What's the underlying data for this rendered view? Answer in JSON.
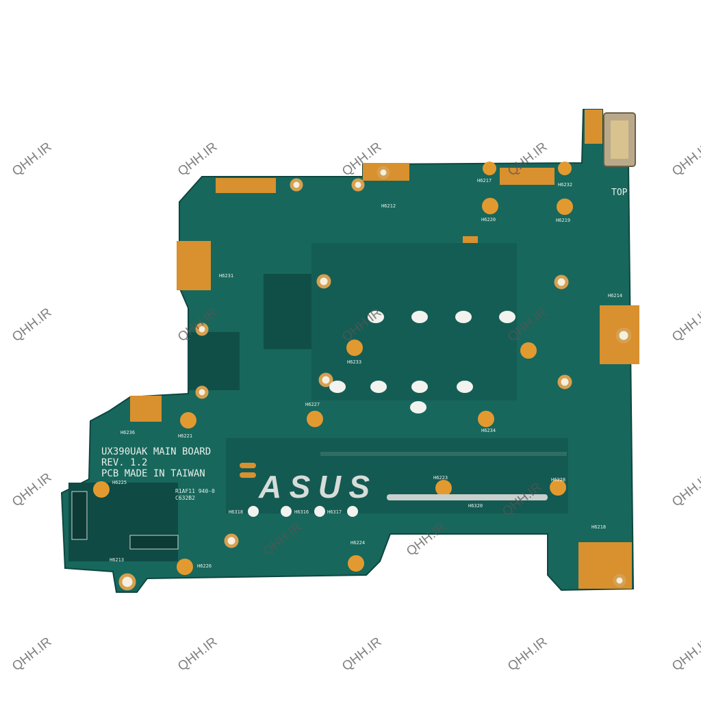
{
  "board": {
    "model_line": "UX390UAK MAIN BOARD",
    "revision_line": "REV. 1.2",
    "origin_line": "PCB MADE IN TAIWAN",
    "brand_logo": "ASUS",
    "top_label": "TOP",
    "small_codes": [
      "R1AF11 940-0",
      "C632B2"
    ],
    "hole_labels": [
      "H6212",
      "H6217",
      "H6232",
      "H6220",
      "H6219",
      "H6231",
      "H6214",
      "H6233",
      "H6227",
      "H6234",
      "H6236",
      "H6221",
      "H6225",
      "H6223",
      "H6228",
      "H6320",
      "H6318",
      "H6316",
      "H6317",
      "H6218",
      "H6213",
      "H6224",
      "H6226"
    ],
    "colors": {
      "pcb": "#17675c",
      "pcb_dark": "#0f4d46",
      "copper": "#d9902e",
      "silk": "#e8efe9"
    }
  },
  "watermark": "QHH.IR"
}
